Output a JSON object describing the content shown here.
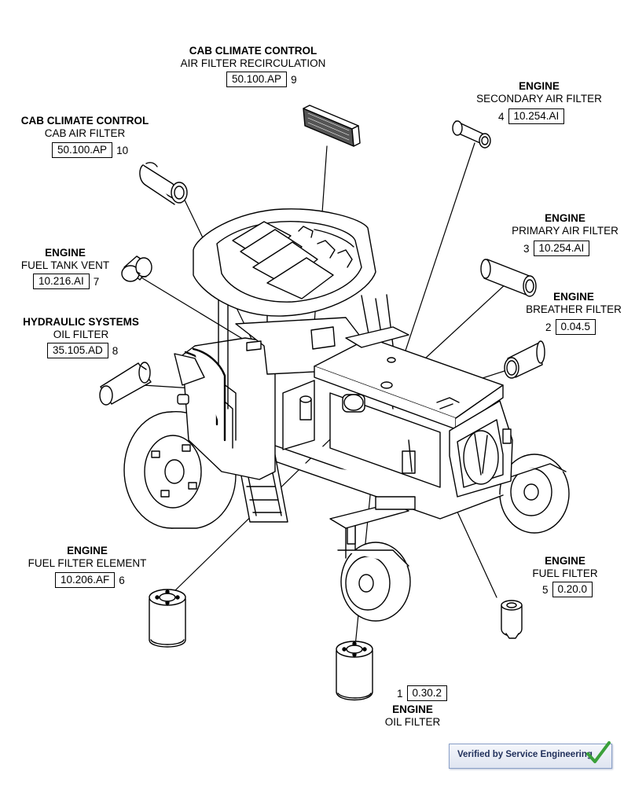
{
  "callouts": [
    {
      "id": "c9",
      "title": "CAB CLIMATE CONTROL",
      "subtitle": "AIR FILTER RECIRCULATION",
      "code": "50.100.AP",
      "number": "9"
    },
    {
      "id": "c10",
      "title": "CAB CLIMATE CONTROL",
      "subtitle": "CAB AIR FILTER",
      "code": "50.100.AP",
      "number": "10"
    },
    {
      "id": "c4",
      "title": "ENGINE",
      "subtitle": "SECONDARY AIR FILTER",
      "code": "10.254.AI",
      "number": "4"
    },
    {
      "id": "c3",
      "title": "ENGINE",
      "subtitle": "PRIMARY AIR FILTER",
      "code": "10.254.AI",
      "number": "3"
    },
    {
      "id": "c7",
      "title": "ENGINE",
      "subtitle": "FUEL TANK VENT",
      "code": "10.216.AI",
      "number": "7"
    },
    {
      "id": "c2",
      "title": "ENGINE",
      "subtitle": "BREATHER FILTER",
      "code": "0.04.5",
      "number": "2"
    },
    {
      "id": "c8",
      "title": "HYDRAULIC SYSTEMS",
      "subtitle": "OIL FILTER",
      "code": "35.105.AD",
      "number": "8"
    },
    {
      "id": "c6",
      "title": "ENGINE",
      "subtitle": "FUEL FILTER ELEMENT",
      "code": "10.206.AF",
      "number": "6"
    },
    {
      "id": "c5",
      "title": "ENGINE",
      "subtitle": "FUEL FILTER",
      "code": "0.20.0",
      "number": "5"
    },
    {
      "id": "c1",
      "title": "ENGINE",
      "subtitle": "OIL FILTER",
      "code": "0.30.2",
      "number": "1"
    }
  ],
  "badge": {
    "text": "Verified by Service Engineering",
    "check_color": "#3aa03a"
  }
}
